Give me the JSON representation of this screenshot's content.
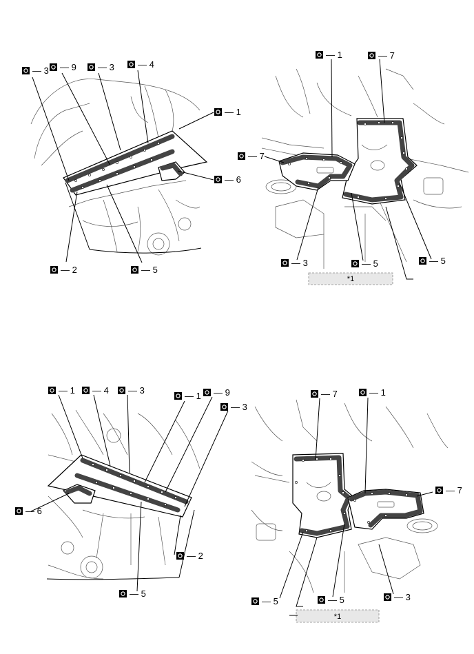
{
  "callout_symbol": "seal-point-icon",
  "callout_separator": "—",
  "panels": [
    {
      "id": "top-left",
      "callouts": [
        "3",
        "9",
        "3",
        "4",
        "1",
        "6",
        "2",
        "5"
      ]
    },
    {
      "id": "top-right",
      "callouts": [
        "1",
        "7",
        "7",
        "3",
        "5",
        "5"
      ],
      "note": "*1"
    },
    {
      "id": "bottom-left",
      "callouts": [
        "1",
        "4",
        "3",
        "1",
        "9",
        "3",
        "6",
        "2",
        "5"
      ]
    },
    {
      "id": "bottom-right",
      "callouts": [
        "7",
        "1",
        "7",
        "5",
        "5",
        "3"
      ],
      "note": "*1"
    }
  ]
}
